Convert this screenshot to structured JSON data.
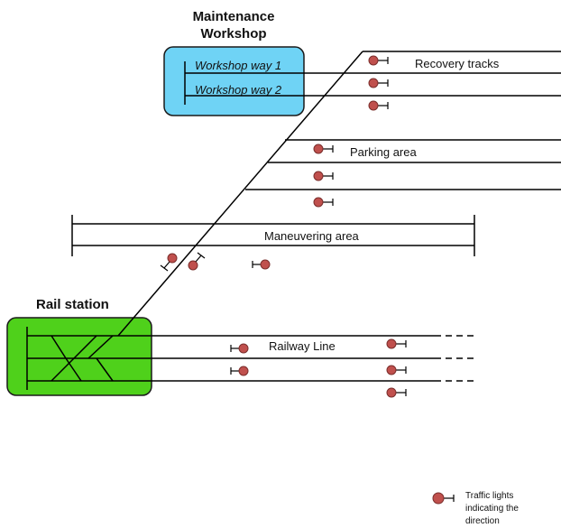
{
  "labels": {
    "maintenance_line1": "Maintenance",
    "maintenance_line2": "Workshop",
    "workshop_way_1": "Workshop way 1",
    "workshop_way_2": "Workshop way 2",
    "recovery_tracks": "Recovery tracks",
    "parking_area": "Parking area",
    "maneuvering_area": "Maneuvering area",
    "rail_station": "Rail station",
    "railway_line": "Railway Line",
    "legend_line1": "Traffic lights",
    "legend_line2": "indicating the",
    "legend_line3": "direction"
  },
  "colors": {
    "workshop_fill": "#6fd3f5",
    "station_fill": "#4fd11b",
    "signal_fill": "#c0504d",
    "track": "#000000"
  }
}
